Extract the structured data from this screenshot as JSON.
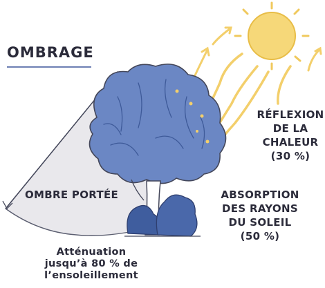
{
  "title": "OMBRAGE",
  "labels": {
    "shadow": "OMBRE PORTÉE",
    "reflection": [
      "RÉFLEXION",
      "DE LA",
      "CHALEUR",
      "(30 %)"
    ],
    "absorption": [
      "ABSORPTION",
      "DES RAYONS",
      "DU SOLEIL",
      "(50 %)"
    ],
    "attenuation": [
      "Atténuation",
      "jusqu’à 80 % de",
      "l’ensoleillement"
    ]
  },
  "colors": {
    "foliage": "#5f7dbc",
    "foliage_dark": "#3e5a99",
    "shrub": "#3f5d9e",
    "shadow": "#e9e8ec",
    "sun": "#f3cf6b",
    "arrow": "#f3cf6b",
    "outline": "#44475a",
    "text": "#2b2b3a"
  }
}
